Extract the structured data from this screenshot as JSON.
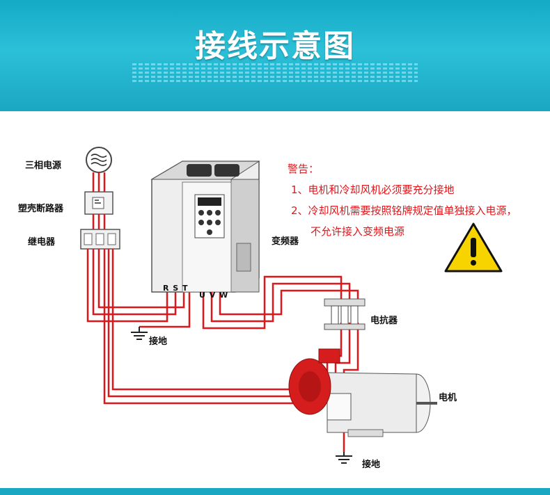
{
  "banner": {
    "title": "接线示意图",
    "background_color": "#1aa7c2"
  },
  "labels": {
    "three_phase": "三相电源",
    "breaker": "塑壳断路器",
    "relay": "继电器",
    "inverter": "变频器",
    "reactor": "电抗器",
    "motor": "电机",
    "ground_top": "接地",
    "ground_bottom": "接地",
    "rst": "R S T",
    "uvw": "U V W"
  },
  "warning": {
    "title": "警告：",
    "line1": "1、电机和冷却风机必须要充分接地",
    "line2": "2、冷却风机需要按照铭牌规定值单独接入电源，",
    "line3": "不允许接入变频电源",
    "color": "#e0161b",
    "icon": "warning-triangle-icon"
  },
  "colors": {
    "wire": "#e0161b",
    "motor_fan": "#d61d1d"
  }
}
